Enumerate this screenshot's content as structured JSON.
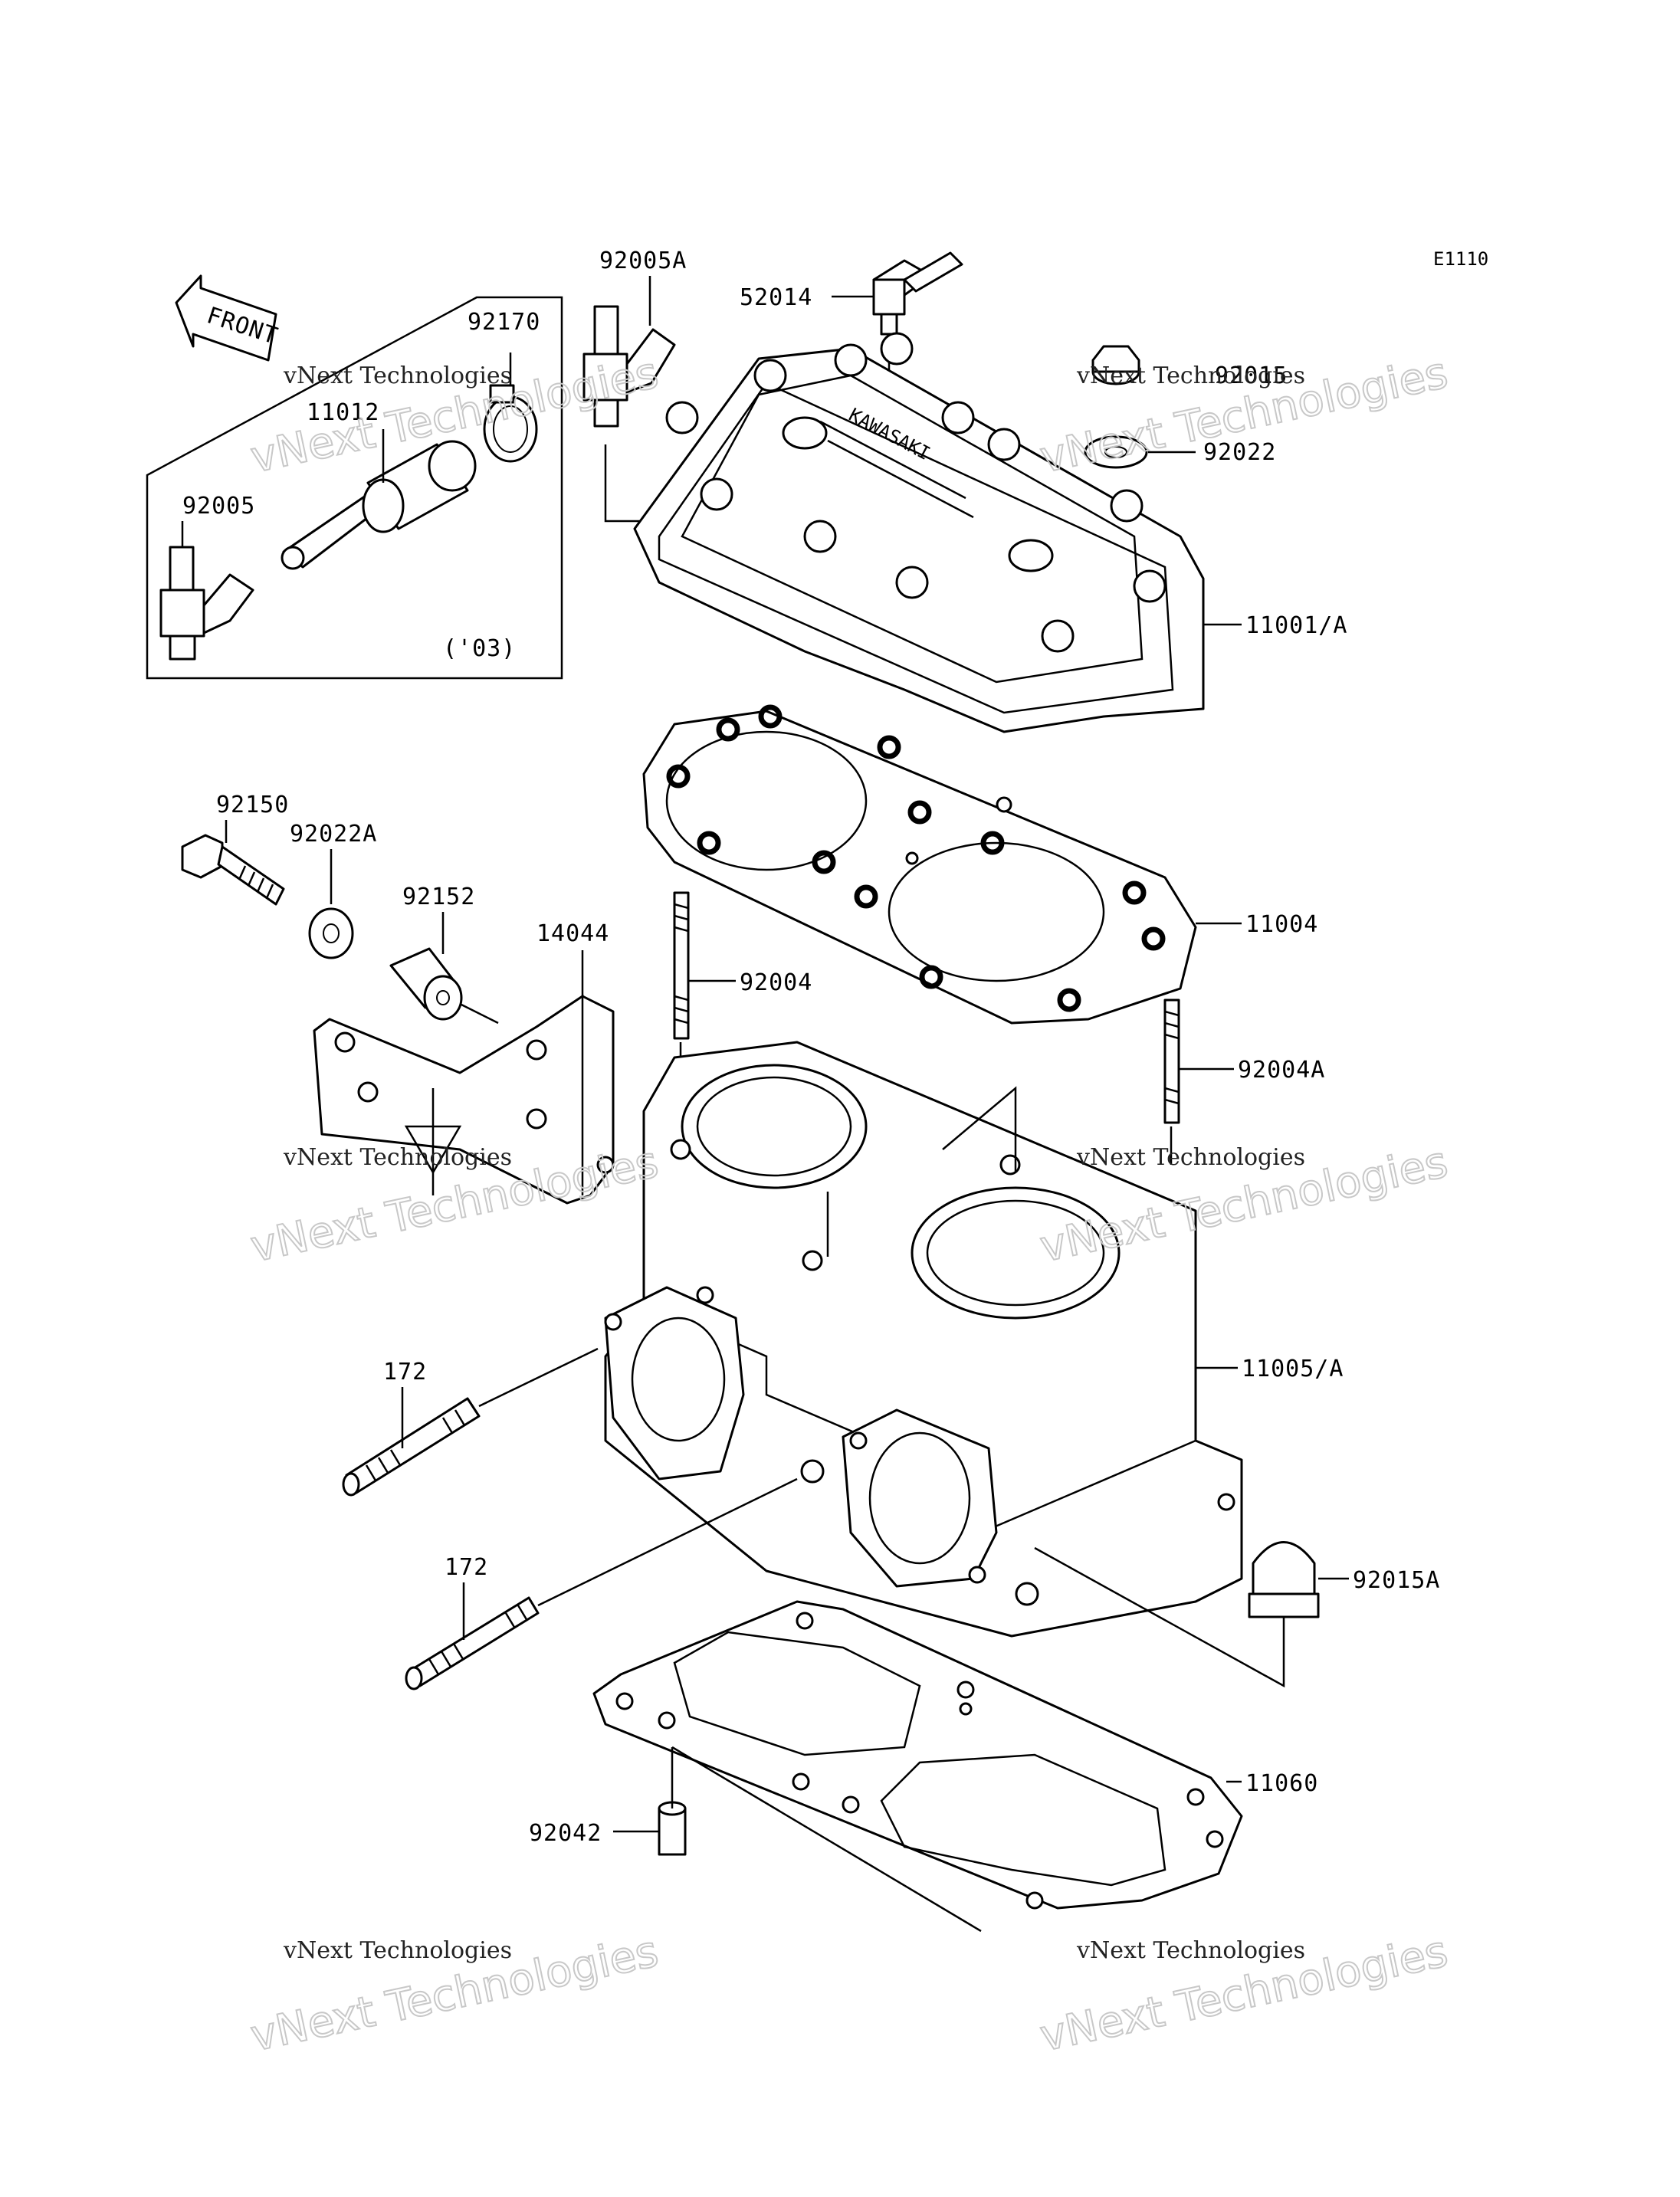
{
  "diagram": {
    "code": "E1110",
    "front_label": "FRONT",
    "inset_note": "('03)",
    "watermark_line1": "vNext Technologies",
    "watermark_line2": "vNext Technologies"
  },
  "callouts": [
    {
      "id": "92005A",
      "text": "92005A"
    },
    {
      "id": "52014",
      "text": "52014"
    },
    {
      "id": "92170",
      "text": "92170"
    },
    {
      "id": "11012",
      "text": "11012"
    },
    {
      "id": "92005",
      "text": "92005"
    },
    {
      "id": "92015",
      "text": "92015"
    },
    {
      "id": "92022",
      "text": "92022"
    },
    {
      "id": "11001A",
      "text": "11001/A"
    },
    {
      "id": "92150",
      "text": "92150"
    },
    {
      "id": "92022A",
      "text": "92022A"
    },
    {
      "id": "92152",
      "text": "92152"
    },
    {
      "id": "14044",
      "text": "14044"
    },
    {
      "id": "92004",
      "text": "92004"
    },
    {
      "id": "11004",
      "text": "11004"
    },
    {
      "id": "92004A",
      "text": "92004A"
    },
    {
      "id": "11005A",
      "text": "11005/A"
    },
    {
      "id": "172a",
      "text": "172"
    },
    {
      "id": "172b",
      "text": "172"
    },
    {
      "id": "92015A",
      "text": "92015A"
    },
    {
      "id": "11060",
      "text": "11060"
    },
    {
      "id": "92042",
      "text": "92042"
    }
  ]
}
